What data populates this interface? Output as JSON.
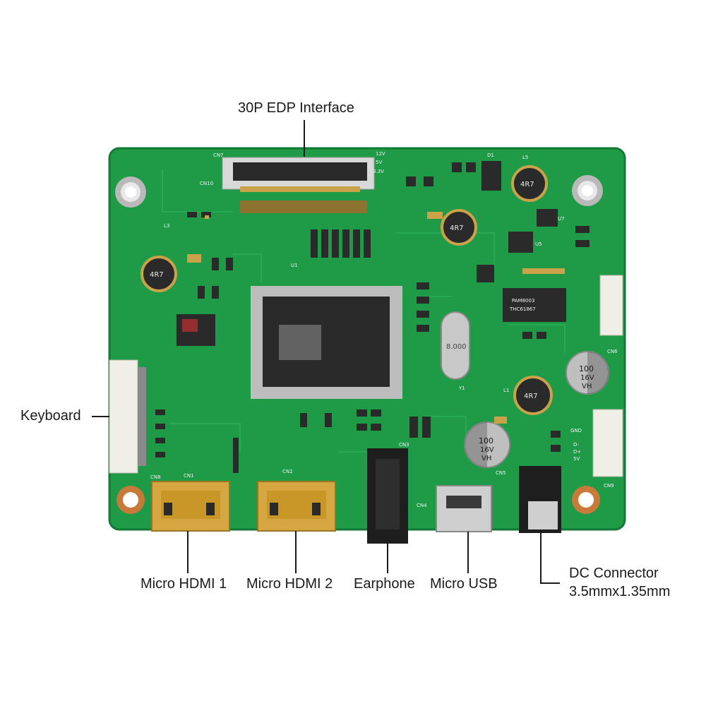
{
  "callouts": {
    "edp": "30P EDP Interface",
    "keyboard": "Keyboard",
    "hdmi1": "Micro HDMI 1",
    "hdmi2": "Micro HDMI 2",
    "earphone": "Earphone",
    "usb": "Micro USB",
    "dc_line1": "DC Connector",
    "dc_line2": "3.5mmx1.35mm"
  },
  "silkscreen": {
    "cn7": "CN7",
    "cn10": "CN10",
    "cn1": "CN1",
    "cn2": "CN2",
    "cn3": "CN3",
    "cn4": "CN4",
    "cn5": "CN5",
    "cn6": "CN6",
    "cn8": "CN8",
    "cn9": "CN9",
    "v12": "12V",
    "v5": "5V",
    "v33": "3.3V",
    "l5": "L5",
    "d1": "D1",
    "u1": "U1",
    "u5": "U5",
    "u7": "U7",
    "y1": "Y1",
    "l1": "L1",
    "l3": "L3",
    "cap1_a": "100",
    "cap1_b": "16V",
    "cap1_c": "VH",
    "cap2_a": "100",
    "cap2_b": "16V",
    "cap2_c": "VH",
    "ind1": "4R7",
    "ind2": "4R7",
    "ind3": "4R7",
    "ind4": "4R7",
    "gnd": "GND",
    "dminus": "D-",
    "dplus": "D+",
    "v5b": "5V",
    "xtal": "8.000",
    "ic_u5": "PAM8003",
    "ic_u5b": "THC61867"
  },
  "colors": {
    "pcb": "#1f9a46",
    "pcb_dark": "#13803a",
    "gold": "#d9a53a",
    "chip": "#2a2a2a"
  }
}
